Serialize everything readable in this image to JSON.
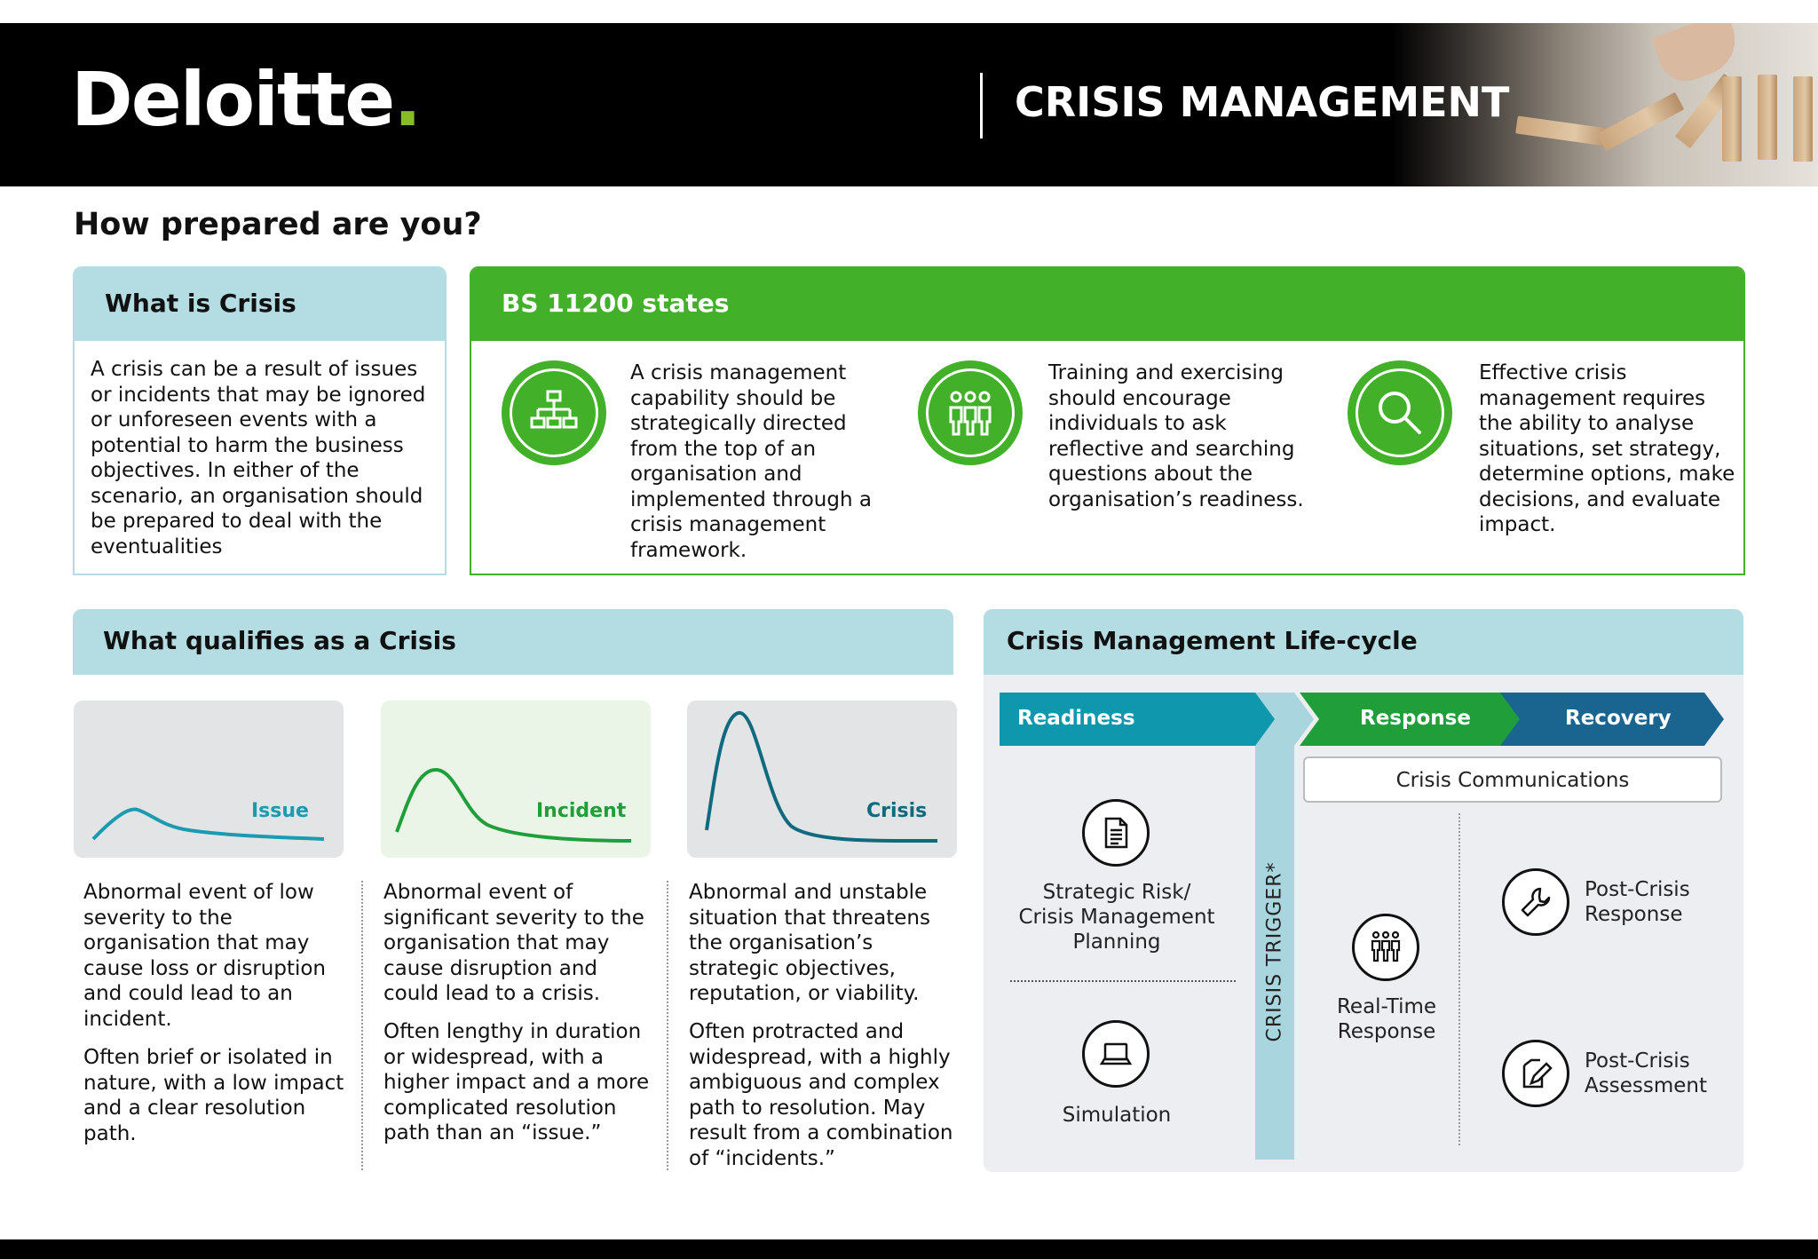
{
  "brand": {
    "name": "Deloitte",
    "dot": ".",
    "accent": "#86bc25"
  },
  "header": {
    "title": "CRISIS MANAGEMENT"
  },
  "headline": "How prepared are you?",
  "what_is_crisis": {
    "title": "What is Crisis",
    "body": "A crisis can be a result of issues or incidents that may be ignored or unforeseen events with a potential to harm the business objectives. In either of the scenario, an organisation should be prepared to deal with the eventualities"
  },
  "bs11200": {
    "title": "BS 11200 states",
    "items": [
      {
        "icon": "org-chart-icon",
        "text": "A crisis management capability should be strategically directed from the top of an organisation and implemented through a crisis management framework."
      },
      {
        "icon": "people-group-icon",
        "text": "Training and exercising should encourage individuals to ask reflective and searching questions about the organisation’s readiness."
      },
      {
        "icon": "magnifier-icon",
        "text": "Effective crisis management requires the ability to analyse situations, set strategy, determine options, make decisions, and evaluate impact."
      }
    ]
  },
  "qualifies": {
    "title": "What qualifies as a Crisis",
    "columns": [
      {
        "label": "Issue",
        "color": "#1a9bb0",
        "p1": "Abnormal event of low severity to the organisation that may cause loss or disruption and could lead to an incident.",
        "p2": "Often brief or isolated in nature, with a low impact and a clear resolution path."
      },
      {
        "label": "Incident",
        "color": "#1f9e3a",
        "p1": "Abnormal event of significant severity to the organisation that may cause disruption and could lead to a crisis.",
        "p2": "Often lengthy in duration or widespread, with a higher impact and a more complicated resolution path than an “issue.”"
      },
      {
        "label": "Crisis",
        "color": "#0f6a80",
        "p1": "Abnormal and unstable situation that threatens the organisation’s strategic objectives, reputation, or viability.",
        "p2": "Often protracted and widespread, with a highly ambiguous and complex path to resolution. May result from a combination of “incidents.”"
      }
    ]
  },
  "lifecycle": {
    "title": "Crisis Management Life-cycle",
    "phases": [
      {
        "label": "Readiness",
        "color": "#0e97ad"
      },
      {
        "label": "Response",
        "color": "#1f9e3a"
      },
      {
        "label": "Recovery",
        "color": "#1a6590"
      }
    ],
    "trigger": "CRISIS TRIGGER*",
    "communications": "Crisis Communications",
    "items": {
      "planning": {
        "icon": "document-icon",
        "text": "Strategic Risk/\nCrisis Management\nPlanning"
      },
      "simulation": {
        "icon": "laptop-icon",
        "text": "Simulation"
      },
      "realtime": {
        "icon": "people-group-icon",
        "text": "Real-Time\nResponse"
      },
      "post_response": {
        "icon": "wrench-icon",
        "text": "Post-Crisis\nResponse"
      },
      "post_assessment": {
        "icon": "edit-document-icon",
        "text": "Post-Crisis\nAssessment"
      }
    }
  }
}
